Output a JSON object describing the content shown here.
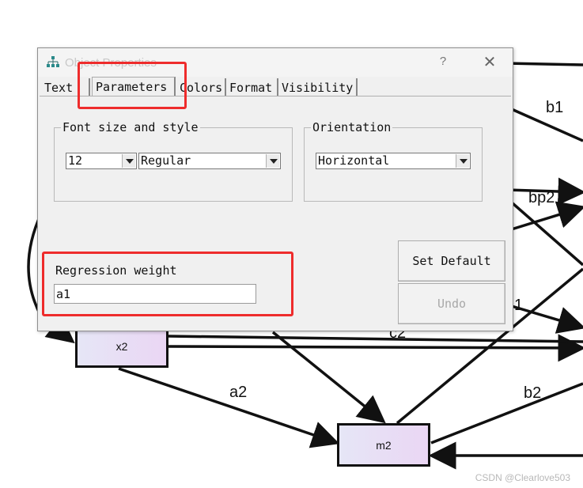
{
  "dialog": {
    "title": "Object Properties",
    "help_label": "?",
    "close_label": "✕",
    "tabs": [
      {
        "label": "Text"
      },
      {
        "label": "Parameters"
      },
      {
        "label": "Colors"
      },
      {
        "label": "Format"
      },
      {
        "label": "Visibility"
      }
    ],
    "active_tab": "Parameters",
    "font_group": {
      "legend": "Font size and style",
      "size_value": "12",
      "style_value": "Regular"
    },
    "orientation_group": {
      "legend": "Orientation",
      "value": "Horizontal"
    },
    "regression": {
      "label": "Regression weight",
      "value": "a1"
    },
    "buttons": {
      "set_default": "Set Default",
      "undo": "Undo"
    }
  },
  "diagram": {
    "path_labels": {
      "b1": "b1",
      "bp2": "bp2",
      "c2": "c2",
      "a2": "a2",
      "b2": "b2",
      "partial": "1"
    },
    "nodes": {
      "x2": "x2",
      "m2": "m2"
    },
    "node_gradient": [
      "#e6e6f6",
      "#ead6f4"
    ]
  },
  "highlight_color": "#ee2c2c",
  "watermark": "CSDN @Clearlove503"
}
